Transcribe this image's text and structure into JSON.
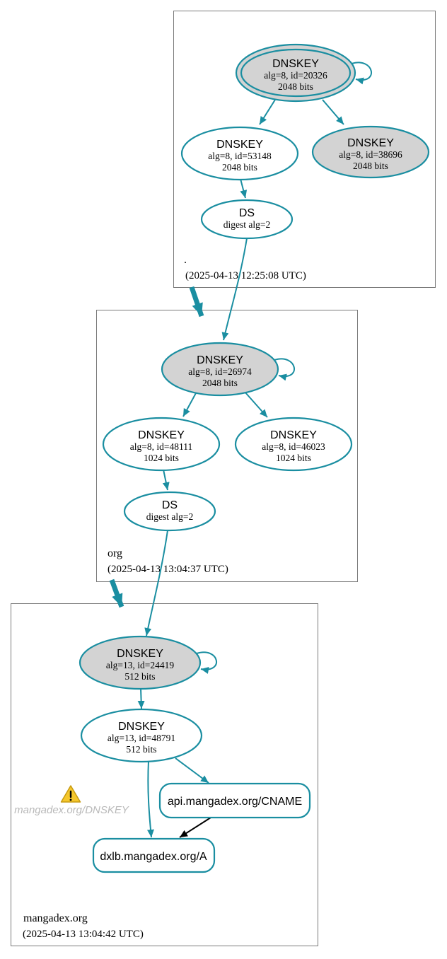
{
  "colors": {
    "edge_teal": "#1a8ea1",
    "node_fill_gray": "#d3d3d3",
    "zone_border_gray": "#7a7a7a",
    "warning_yellow": "#f5c72c",
    "warning_text_gray": "#b9b9b9",
    "black_edge": "#000000"
  },
  "zones": [
    {
      "label": ".",
      "timestamp": "(2025-04-13 12:25:08 UTC)",
      "ksk": {
        "title": "DNSKEY",
        "attr1": "alg=8, id=20326",
        "attr2": "2048 bits"
      },
      "zsk1": {
        "title": "DNSKEY",
        "attr1": "alg=8, id=53148",
        "attr2": "2048 bits"
      },
      "zsk2": {
        "title": "DNSKEY",
        "attr1": "alg=8, id=38696",
        "attr2": "2048 bits"
      },
      "ds": {
        "title": "DS",
        "attr1": "digest alg=2"
      }
    },
    {
      "label": "org",
      "timestamp": "(2025-04-13 13:04:37 UTC)",
      "ksk": {
        "title": "DNSKEY",
        "attr1": "alg=8, id=26974",
        "attr2": "2048 bits"
      },
      "zsk1": {
        "title": "DNSKEY",
        "attr1": "alg=8, id=48111",
        "attr2": "1024 bits"
      },
      "zsk2": {
        "title": "DNSKEY",
        "attr1": "alg=8, id=46023",
        "attr2": "1024 bits"
      },
      "ds": {
        "title": "DS",
        "attr1": "digest alg=2"
      }
    },
    {
      "label": "mangadex.org",
      "timestamp": "(2025-04-13 13:04:42 UTC)",
      "ksk": {
        "title": "DNSKEY",
        "attr1": "alg=13, id=24419",
        "attr2": "512 bits"
      },
      "zsk1": {
        "title": "DNSKEY",
        "attr1": "alg=13, id=48791",
        "attr2": "512 bits"
      },
      "rrset_cname": {
        "label": "api.mangadex.org/CNAME"
      },
      "rrset_a": {
        "label": "dxlb.mangadex.org/A"
      },
      "warning": {
        "label": "mangadex.org/DNSKEY"
      }
    }
  ]
}
